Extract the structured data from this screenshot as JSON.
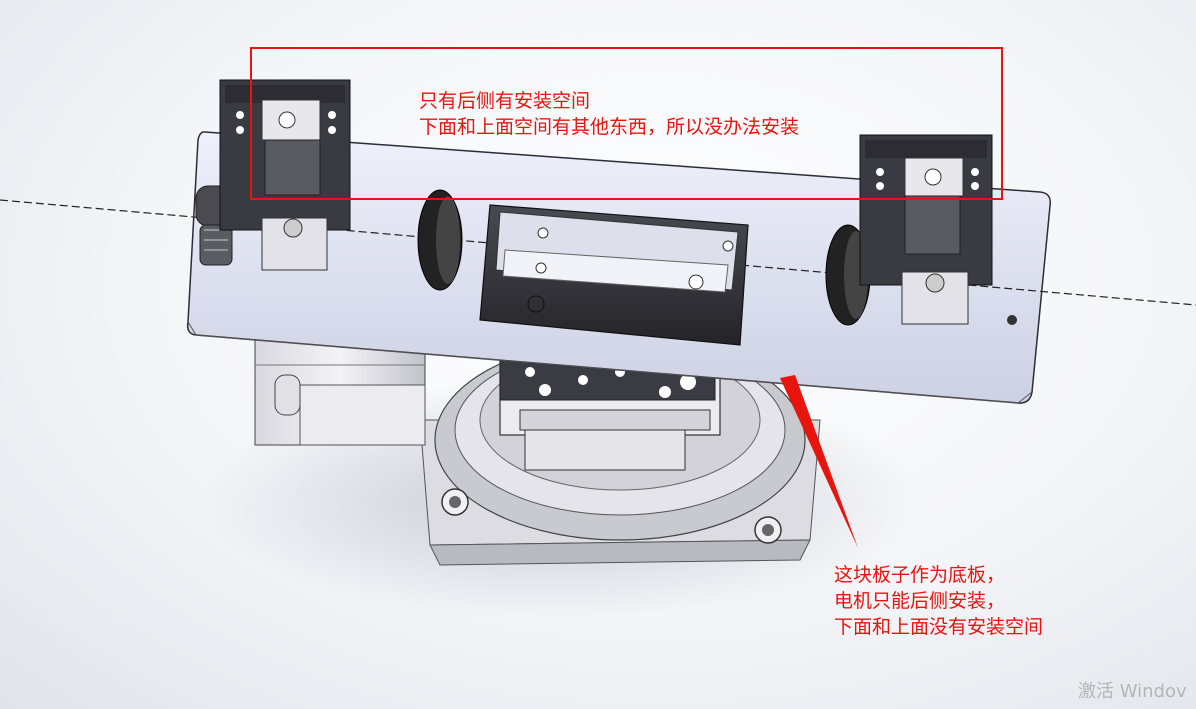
{
  "annotations": {
    "top_note": {
      "line1": "只有后侧有安装空间",
      "line2": "下面和上面空间有其他东西，所以没办法安装"
    },
    "bottom_note": {
      "line1": "这块板子作为底板，",
      "line2": "电机只能后侧安装，",
      "line3": "下面和上面没有安装空间"
    }
  },
  "watermark": "激活 Windov",
  "colors": {
    "annotation": "#e8140e",
    "plate": "#dcdff0",
    "metal_dark": "#3a3a40",
    "metal_light": "#e6e6ea"
  }
}
